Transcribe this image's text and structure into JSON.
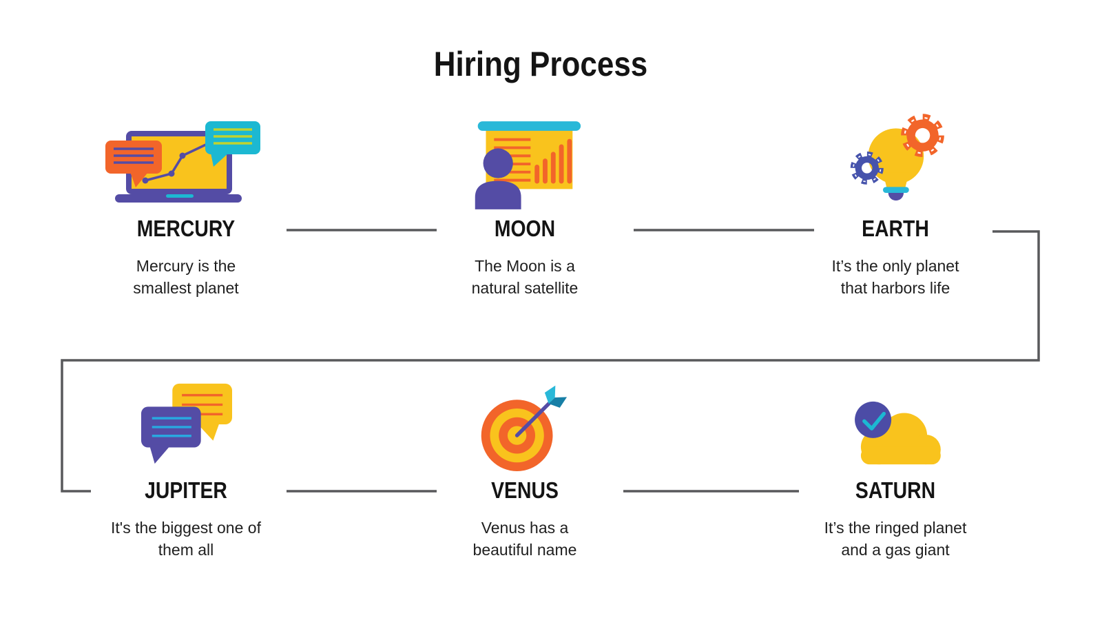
{
  "title": "Hiring Process",
  "steps": [
    {
      "name": "MERCURY",
      "icon": "laptop-chat-icon",
      "desc_lines": [
        "Mercury is the",
        "smallest planet"
      ]
    },
    {
      "name": "MOON",
      "icon": "presentation-icon",
      "desc_lines": [
        "The Moon is a",
        "natural satellite"
      ]
    },
    {
      "name": "EARTH",
      "icon": "idea-gears-icon",
      "desc_lines": [
        "It’s the only planet",
        "that harbors life"
      ]
    },
    {
      "name": "JUPITER",
      "icon": "chat-bubbles-icon",
      "desc_lines": [
        "It's the biggest one of",
        "them all"
      ]
    },
    {
      "name": "VENUS",
      "icon": "target-arrow-icon",
      "desc_lines": [
        "Venus has a",
        "beautiful name"
      ]
    },
    {
      "name": "SATURN",
      "icon": "cloud-check-icon",
      "desc_lines": [
        "It’s the ringed planet",
        "and a gas giant"
      ]
    }
  ],
  "colors": {
    "purple": "#544CA5",
    "indigo": "#4C4CA6",
    "gearblue": "#4653AC",
    "orange": "#F2652A",
    "yellow": "#F9C31D",
    "teal": "#1CB8D2",
    "tealbar": "#29B8D8",
    "tealdark": "#177FA6",
    "sky": "#29A8E0",
    "lime": "#C0D32F",
    "connector": "#58595B",
    "text": "#141414",
    "bg": "#FFFFFF"
  }
}
